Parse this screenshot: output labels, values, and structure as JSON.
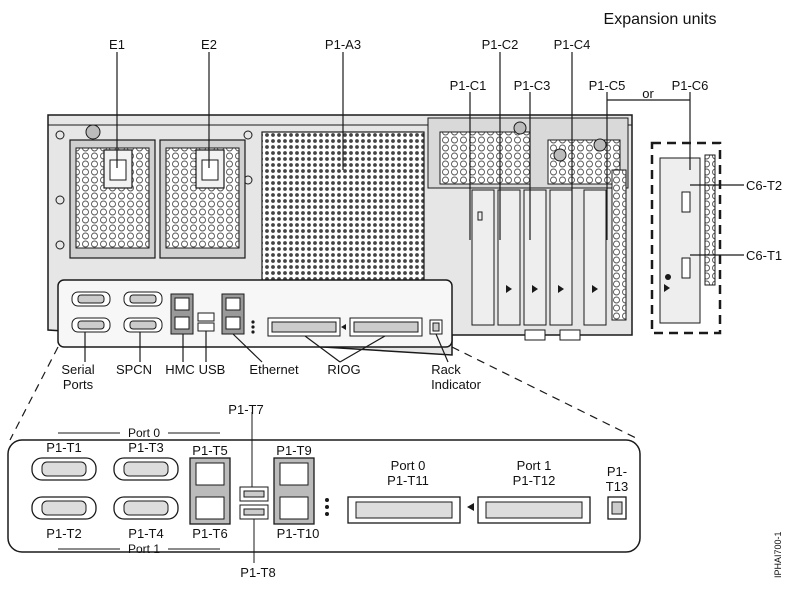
{
  "colors": {
    "line": "#1a1a1a",
    "metal": "#d9d9d9",
    "dark": "#7a7a7a",
    "panel": "#f2f2f2"
  },
  "header": {
    "expansion_units": "Expansion units"
  },
  "top_labels": {
    "e1": "E1",
    "e2": "E2",
    "p1_a3": "P1-A3",
    "p1_c1": "P1-C1",
    "p1_c2": "P1-C2",
    "p1_c3": "P1-C3",
    "p1_c4": "P1-C4",
    "p1_c5": "P1-C5",
    "or": "or",
    "p1_c6": "P1-C6",
    "c6_t2": "C6-T2",
    "c6_t1": "C6-T1"
  },
  "port_labels": {
    "serial_1": "Serial",
    "serial_2": "Ports",
    "spcn": "SPCN",
    "hmc": "HMC",
    "usb": "USB",
    "ethernet": "Ethernet",
    "riog": "RIOG",
    "rack_1": "Rack",
    "rack_2": "Indicator"
  },
  "detail": {
    "port0_top": "Port 0",
    "port1_bottom": "Port 1",
    "p1_t1": "P1-T1",
    "p1_t2": "P1-T2",
    "p1_t3": "P1-T3",
    "p1_t4": "P1-T4",
    "p1_t5": "P1-T5",
    "p1_t6": "P1-T6",
    "p1_t7": "P1-T7",
    "p1_t8": "P1-T8",
    "p1_t9": "P1-T9",
    "p1_t10": "P1-T10",
    "riog_port0": "Port 0",
    "p1_t11": "P1-T11",
    "riog_port1": "Port 1",
    "p1_t12": "P1-T12",
    "p1_t13_a": "P1-",
    "p1_t13_b": "T13"
  },
  "figure_id": "IPHAI700-1"
}
